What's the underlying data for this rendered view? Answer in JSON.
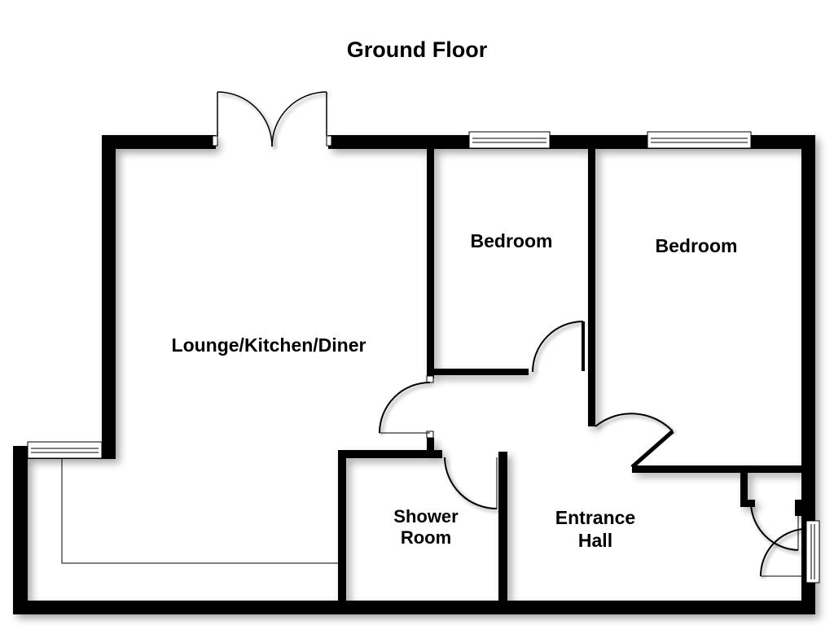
{
  "title": "Ground Floor",
  "rooms": {
    "lounge": "Lounge/Kitchen/Diner",
    "bedroom_1": "Bedroom",
    "bedroom_2": "Bedroom",
    "shower_room_line1": "Shower",
    "shower_room_line2": "Room",
    "entrance_hall_line1": "Entrance",
    "entrance_hall_line2": "Hall"
  }
}
